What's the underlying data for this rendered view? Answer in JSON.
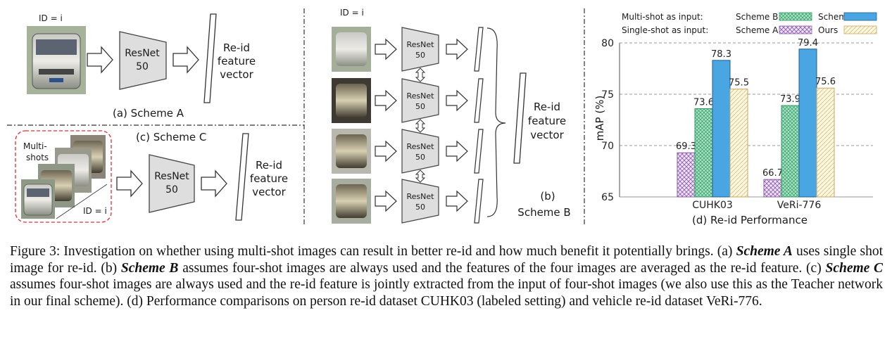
{
  "scheme_a": {
    "id_label": "ID = i",
    "net_line1": "ResNet",
    "net_line2": "50",
    "out_line1": "Re-id",
    "out_line2": "feature",
    "out_line3": "vector",
    "caption": "(a)  Scheme A"
  },
  "scheme_c": {
    "caption": "(c)  Scheme C",
    "shots_line1": "Multi-",
    "shots_line2": "shots",
    "id_label": "ID = i",
    "net_line1": "ResNet",
    "net_line2": "50",
    "out_line1": "Re-id",
    "out_line2": "feature",
    "out_line3": "vector"
  },
  "scheme_b": {
    "id_label": "ID = i",
    "net_line1": "ResNet",
    "net_line2": "50",
    "out_line1": "Re-id",
    "out_line2": "feature",
    "out_line3": "vector",
    "caption_line1": "(b)",
    "caption_line2": "Scheme B"
  },
  "legend": {
    "multi_label": "Multi-shot as input:",
    "single_label": "Single-shot as input:",
    "scheme_b": "Scheme B",
    "scheme_c": "Scheme C",
    "scheme_a": "Scheme A",
    "ours": "Ours"
  },
  "chart_data": {
    "type": "bar",
    "caption": "(d)  Re-id Performance",
    "ylabel": "mAP (%)",
    "ylim": [
      65,
      80
    ],
    "yticks": [
      "65",
      "70",
      "75",
      "80"
    ],
    "categories": [
      "CUHK03",
      "VeRi-776"
    ],
    "series": [
      {
        "name": "Scheme A",
        "values": [
          69.3,
          66.7
        ],
        "labels": [
          "69.3",
          "66.7"
        ],
        "color": "#d9bfe6"
      },
      {
        "name": "Scheme B",
        "values": [
          73.6,
          73.9
        ],
        "labels": [
          "73.6",
          "73.9"
        ],
        "color": "#7fd1a6"
      },
      {
        "name": "Scheme C",
        "values": [
          78.3,
          79.4
        ],
        "labels": [
          "78.3",
          "79.4"
        ],
        "color": "#4aa6e3"
      },
      {
        "name": "Ours",
        "values": [
          75.5,
          75.6
        ],
        "labels": [
          "75.5",
          "75.6"
        ],
        "color": "#fbefc9"
      }
    ],
    "grid": true
  },
  "caption": {
    "fig_label": "Figure 3:",
    "intro": "Investigation on whether using multi-shot images can result in better re-id and how much benefit it potentially brings.",
    "a_prefix": "(a)",
    "a_term": "Scheme A",
    "a_text": "uses single shot image for re-id.",
    "b_prefix": "(b)",
    "b_term": "Scheme B",
    "b_text": "assumes four-shot images are always used and the features of the four images are averaged as the re-id feature.",
    "c_prefix": "(c)",
    "c_term": "Scheme C",
    "c_text": "assumes four-shot images are always used and the re-id feature is jointly extracted from the input of four-shot images (we also use this as the Teacher network in our final scheme).",
    "d_prefix": "(d)",
    "d_text": "Performance comparisons on person re-id dataset CUHK03 (labeled setting) and vehicle re-id dataset VeRi-776."
  }
}
